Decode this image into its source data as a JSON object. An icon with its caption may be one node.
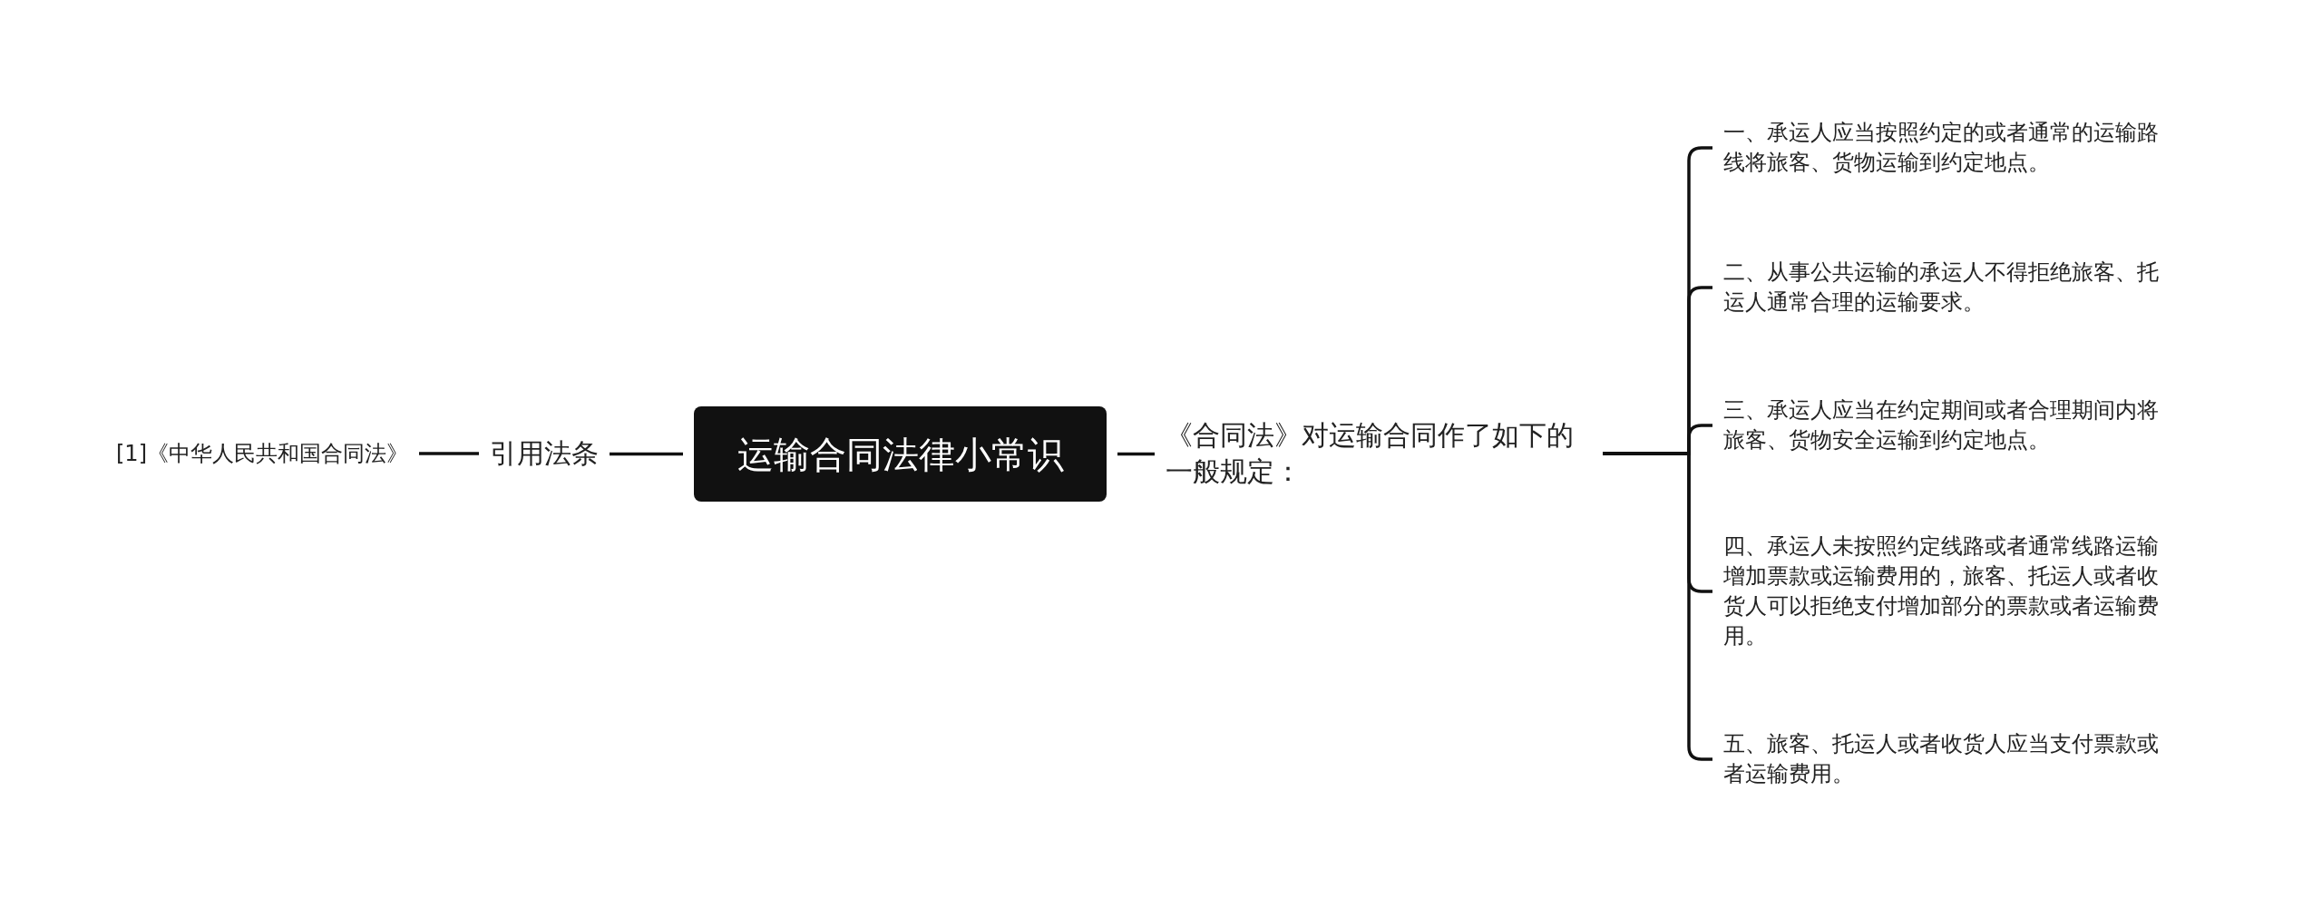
{
  "diagram": {
    "nodes": [
      {
        "text": [
          "运输合同法律小常识"
        ]
      },
      {
        "text": [
          "引用法条"
        ]
      },
      {
        "text": [
          "[1]《中华人民共和国合同法》"
        ]
      },
      {
        "text": [
          "《合同法》对运输合同作了如下的一般规定："
        ]
      },
      {
        "text": [
          "一、承运人应当按照约定的或者通常的运输路线将旅客、货物运输到约定地点。"
        ]
      },
      {
        "text": [
          "二、从事公共运输的承运人不得拒绝旅客、托运人通常合理的运输要求。"
        ]
      },
      {
        "text": [
          "三、承运人应当在约定期间或者合理期间内将旅客、货物安全运输到约定地点。"
        ]
      },
      {
        "text": [
          "四、承运人未按照约定线路或者通常线路运输增加票款或运输费用的，旅客、托运人或者收货人可以拒绝支付增加部分的票款或者运输费用。"
        ]
      },
      {
        "text": [
          "五、旅客、托运人或者收货人应当支付票款或者运输费用。"
        ]
      }
    ],
    "edges": [
      {
        "from": 0,
        "to": 1,
        "arrow": "none"
      },
      {
        "from": 1,
        "to": 2,
        "arrow": "none"
      },
      {
        "from": 0,
        "to": 3,
        "arrow": "none"
      },
      {
        "from": 3,
        "to": 4,
        "arrow": "none"
      },
      {
        "from": 3,
        "to": 5,
        "arrow": "none"
      },
      {
        "from": 3,
        "to": 6,
        "arrow": "none"
      },
      {
        "from": 3,
        "to": 7,
        "arrow": "none"
      },
      {
        "from": 3,
        "to": 8,
        "arrow": "none"
      }
    ]
  }
}
